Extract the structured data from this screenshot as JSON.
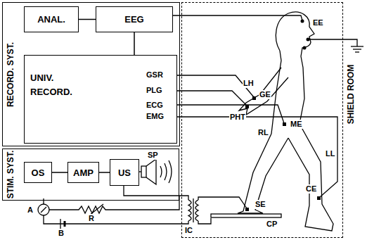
{
  "diagram": {
    "nodes": [
      {
        "text": [
          "RECORD. SYST."
        ]
      },
      {
        "text": [
          "ANAL."
        ],
        "in": 0
      },
      {
        "text": [
          "EEG"
        ],
        "in": 0
      },
      {
        "text": [
          "UNIV. RECORD."
        ],
        "in": 0
      },
      {
        "text": [
          "STIM. SYST."
        ]
      },
      {
        "text": [
          "OS"
        ],
        "in": 4
      },
      {
        "text": [
          "AMP"
        ],
        "in": 4
      },
      {
        "text": [
          "US"
        ],
        "in": 4
      },
      {
        "text": [
          "SHIELD ROOM"
        ]
      }
    ],
    "edges": [
      {
        "from": 1,
        "to": 2,
        "arrow": "none"
      },
      {
        "from": 2,
        "to": 3,
        "arrow": "none"
      },
      {
        "from": 5,
        "to": 6,
        "arrow": "none"
      },
      {
        "from": 6,
        "to": 7,
        "arrow": "none"
      }
    ],
    "labels": [
      "GSR",
      "PLG",
      "ECG",
      "EMG",
      "EE",
      "LH",
      "GE",
      "PHT",
      "RL",
      "ME",
      "LL",
      "CE",
      "SP",
      "SE",
      "CP",
      "IC",
      "A",
      "B",
      "R"
    ]
  }
}
